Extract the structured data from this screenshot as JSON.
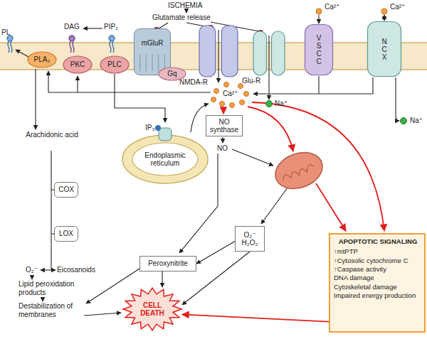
{
  "diagram": {
    "nodes": [
      {
        "text": [
          "mGluR"
        ]
      },
      {
        "text": [
          "NMDA-R"
        ]
      },
      {
        "text": [
          "Glu-R"
        ]
      },
      {
        "text": [
          "VSCC"
        ]
      },
      {
        "text": [
          "NCX"
        ]
      },
      {
        "text": [
          "PLA₂"
        ]
      },
      {
        "text": [
          "PKC"
        ]
      },
      {
        "text": [
          "PLC"
        ]
      },
      {
        "text": [
          "Gq"
        ]
      },
      {
        "text": [
          "NO synthase"
        ]
      },
      {
        "text": [
          "COX"
        ]
      },
      {
        "text": [
          "Endoplasmic reticulum"
        ]
      },
      {
        "text": [
          "LOX"
        ]
      },
      {
        "text": [
          "O₂⁻ H₂O₂"
        ]
      },
      {
        "text": [
          "Peroxynitrite"
        ]
      },
      {
        "text": [
          "APOPTOTIC SIGNALING",
          "↑mtPTP",
          "↑Cytosolic cytochrome C",
          "↑Caspase activity",
          "DNA damage",
          "Cytoskeletal damage",
          "Impaired energy production"
        ]
      },
      {
        "text": [
          "CELL DEATH"
        ]
      }
    ],
    "edges": [
      {
        "from": 7,
        "to": 11,
        "arrow": "to"
      },
      {
        "from": 13,
        "to": 14,
        "arrow": "to"
      },
      {
        "from": 14,
        "to": 16,
        "arrow": "to"
      },
      {
        "from": 13,
        "to": 16,
        "arrow": "to"
      },
      {
        "from": 15,
        "to": 16,
        "arrow": "to"
      }
    ],
    "labels": [
      "ISCHEMIA",
      "Glutamate release",
      "Ca²⁺",
      "Ca²⁺",
      "PL",
      "DAG",
      "PIP₂",
      "Na⁺",
      "Na⁺",
      "Ca²⁺",
      "IP₃",
      "NO",
      "Arachidonic acid",
      "O₂⁻",
      "Eicosanoids",
      "Lipid peroxidation products",
      "Destabilization of membranes"
    ]
  }
}
